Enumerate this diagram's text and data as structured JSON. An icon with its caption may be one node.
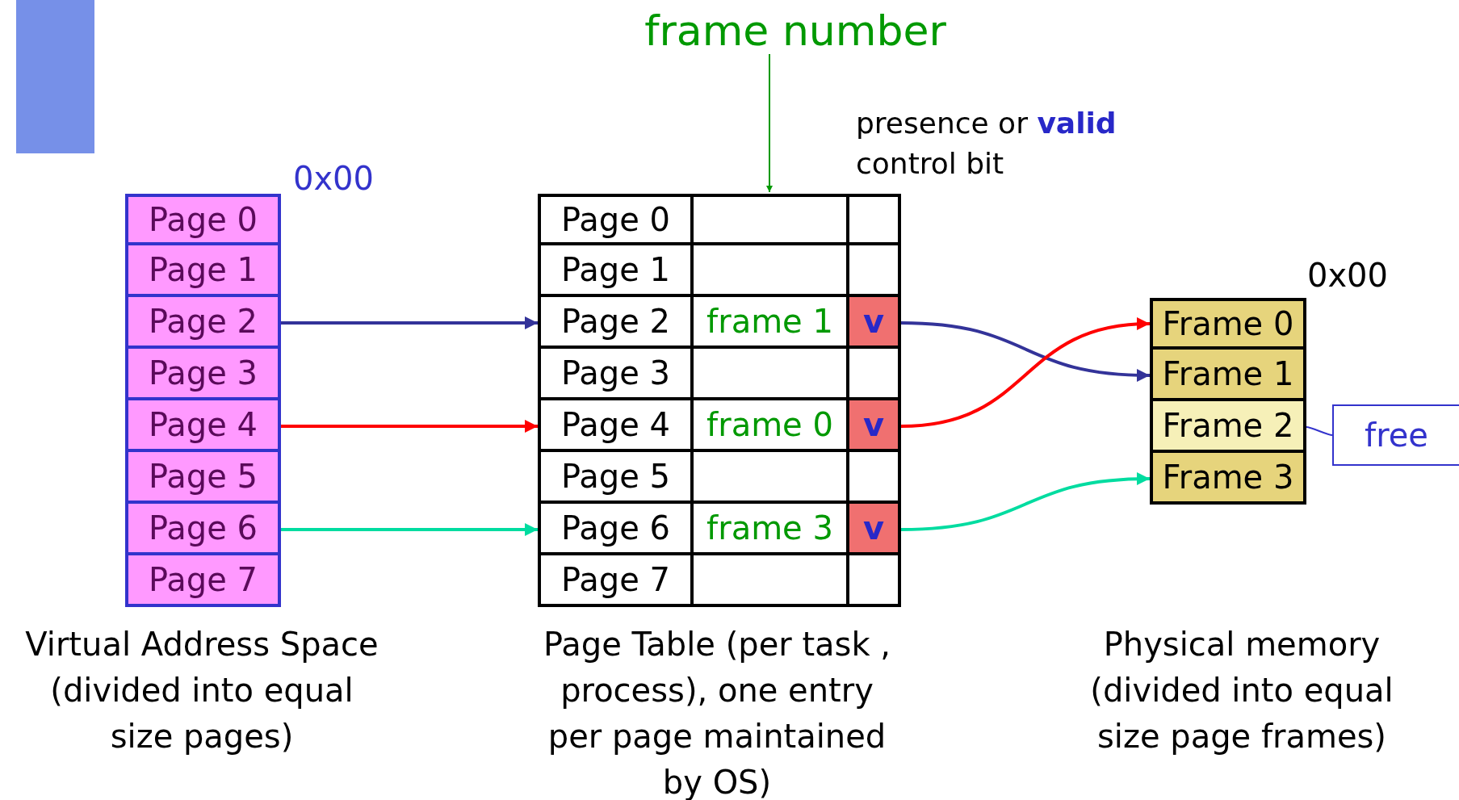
{
  "diagram": {
    "nodes": [
      {
        "text": [
          "Virtual Address Space (divided into equal size pages)"
        ],
        "beside": [
          "0x00"
        ]
      },
      {
        "text": [
          "Page 0"
        ],
        "in": 0
      },
      {
        "text": [
          "Page 1"
        ],
        "in": 0
      },
      {
        "text": [
          "Page 2"
        ],
        "in": 0
      },
      {
        "text": [
          "Page 3"
        ],
        "in": 0
      },
      {
        "text": [
          "Page 4"
        ],
        "in": 0
      },
      {
        "text": [
          "Page 5"
        ],
        "in": 0
      },
      {
        "text": [
          "Page 6"
        ],
        "in": 0
      },
      {
        "text": [
          "Page 7"
        ],
        "in": 0
      },
      {
        "text": [
          "Page Table (per task , process), one entry per page maintained by OS)"
        ]
      },
      {
        "text": [
          "Page 0"
        ],
        "in": 9
      },
      {
        "text": [
          "Page 1"
        ],
        "in": 9
      },
      {
        "text": [
          "Page 2",
          "frame 1",
          "v"
        ],
        "in": 9
      },
      {
        "text": [
          "Page 3"
        ],
        "in": 9
      },
      {
        "text": [
          "Page 4",
          "frame 0",
          "v"
        ],
        "in": 9
      },
      {
        "text": [
          "Page 5"
        ],
        "in": 9
      },
      {
        "text": [
          "Page 6",
          "frame 3",
          "v"
        ],
        "in": 9
      },
      {
        "text": [
          "Page 7"
        ],
        "in": 9
      },
      {
        "text": [
          "Physical memory (divided into equal size page frames)"
        ],
        "beside": [
          "0x00"
        ]
      },
      {
        "text": [
          "Frame 0"
        ],
        "in": 18
      },
      {
        "text": [
          "Frame 1"
        ],
        "in": 18
      },
      {
        "text": [
          "Frame 2"
        ],
        "in": 18
      },
      {
        "text": [
          "Frame 3"
        ],
        "in": 18
      },
      {
        "text": [
          "frame number"
        ]
      },
      {
        "text": [
          "free"
        ]
      }
    ],
    "edges": [
      {
        "from": 3,
        "to": 12,
        "arrow": "to",
        "color": "#333399"
      },
      {
        "from": 5,
        "to": 14,
        "arrow": "to",
        "color": "#ff0000"
      },
      {
        "from": 7,
        "to": 16,
        "arrow": "to",
        "color": "#00dca0"
      },
      {
        "from": 12,
        "to": 20,
        "arrow": "to",
        "color": "#333399"
      },
      {
        "from": 14,
        "to": 19,
        "arrow": "to",
        "color": "#ff0000"
      },
      {
        "from": 16,
        "to": 22,
        "arrow": "to",
        "color": "#00dca0"
      },
      {
        "from": 23,
        "to": 9,
        "arrow": "to",
        "color": "#009900"
      },
      {
        "from": 24,
        "to": 21,
        "arrow": "none",
        "color": "#3333cc"
      }
    ],
    "labels": [
      "presence or **valid** control bit"
    ]
  }
}
